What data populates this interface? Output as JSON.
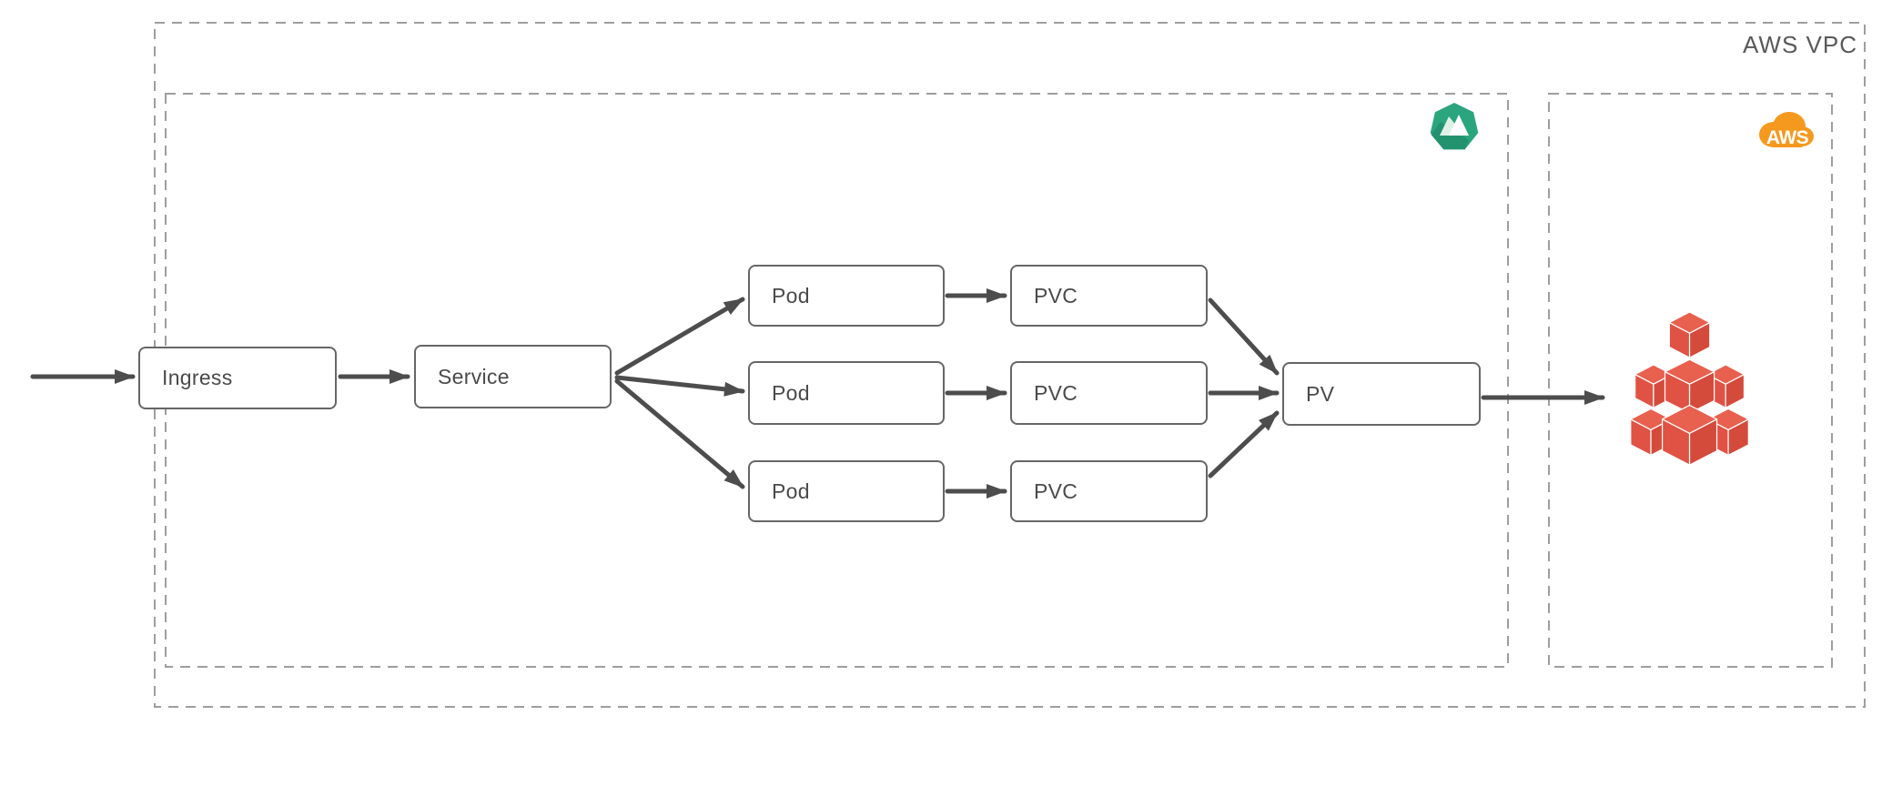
{
  "vpc": {
    "label": "AWS VPC"
  },
  "cloud_icon": {
    "label": "AWS"
  },
  "icons": {
    "kubernetes": "kubernetes-cluster-badge",
    "aws_cloud": "aws-cloud",
    "aws_storage": "aws-storage-cubes"
  },
  "nodes": [
    {
      "id": "ingress",
      "label": "Ingress"
    },
    {
      "id": "service",
      "label": "Service"
    },
    {
      "id": "pod-1",
      "label": "Pod"
    },
    {
      "id": "pod-2",
      "label": "Pod"
    },
    {
      "id": "pod-3",
      "label": "Pod"
    },
    {
      "id": "pvc-1",
      "label": "PVC"
    },
    {
      "id": "pvc-2",
      "label": "PVC"
    },
    {
      "id": "pvc-3",
      "label": "PVC"
    },
    {
      "id": "pv",
      "label": "PV"
    }
  ],
  "edges": [
    {
      "from": "external",
      "to": "ingress"
    },
    {
      "from": "ingress",
      "to": "service"
    },
    {
      "from": "service",
      "to": "pod-1"
    },
    {
      "from": "service",
      "to": "pod-2"
    },
    {
      "from": "service",
      "to": "pod-3"
    },
    {
      "from": "pod-1",
      "to": "pvc-1"
    },
    {
      "from": "pod-2",
      "to": "pvc-2"
    },
    {
      "from": "pod-3",
      "to": "pvc-3"
    },
    {
      "from": "pvc-1",
      "to": "pv"
    },
    {
      "from": "pvc-2",
      "to": "pv"
    },
    {
      "from": "pvc-3",
      "to": "pv"
    },
    {
      "from": "pv",
      "to": "aws-storage"
    }
  ],
  "colors": {
    "arrow": "#4d4d4d",
    "box_border": "#666666",
    "box_fill": "#ffffff",
    "dashed_border": "#9e9e9e",
    "node_text": "#4a4a4a",
    "vpc_label_text": "#595959",
    "k8s_green": "#2ba57d",
    "k8s_green_dark": "#23926f",
    "aws_orange": "#f5991e",
    "cube_red": "#e05243"
  }
}
